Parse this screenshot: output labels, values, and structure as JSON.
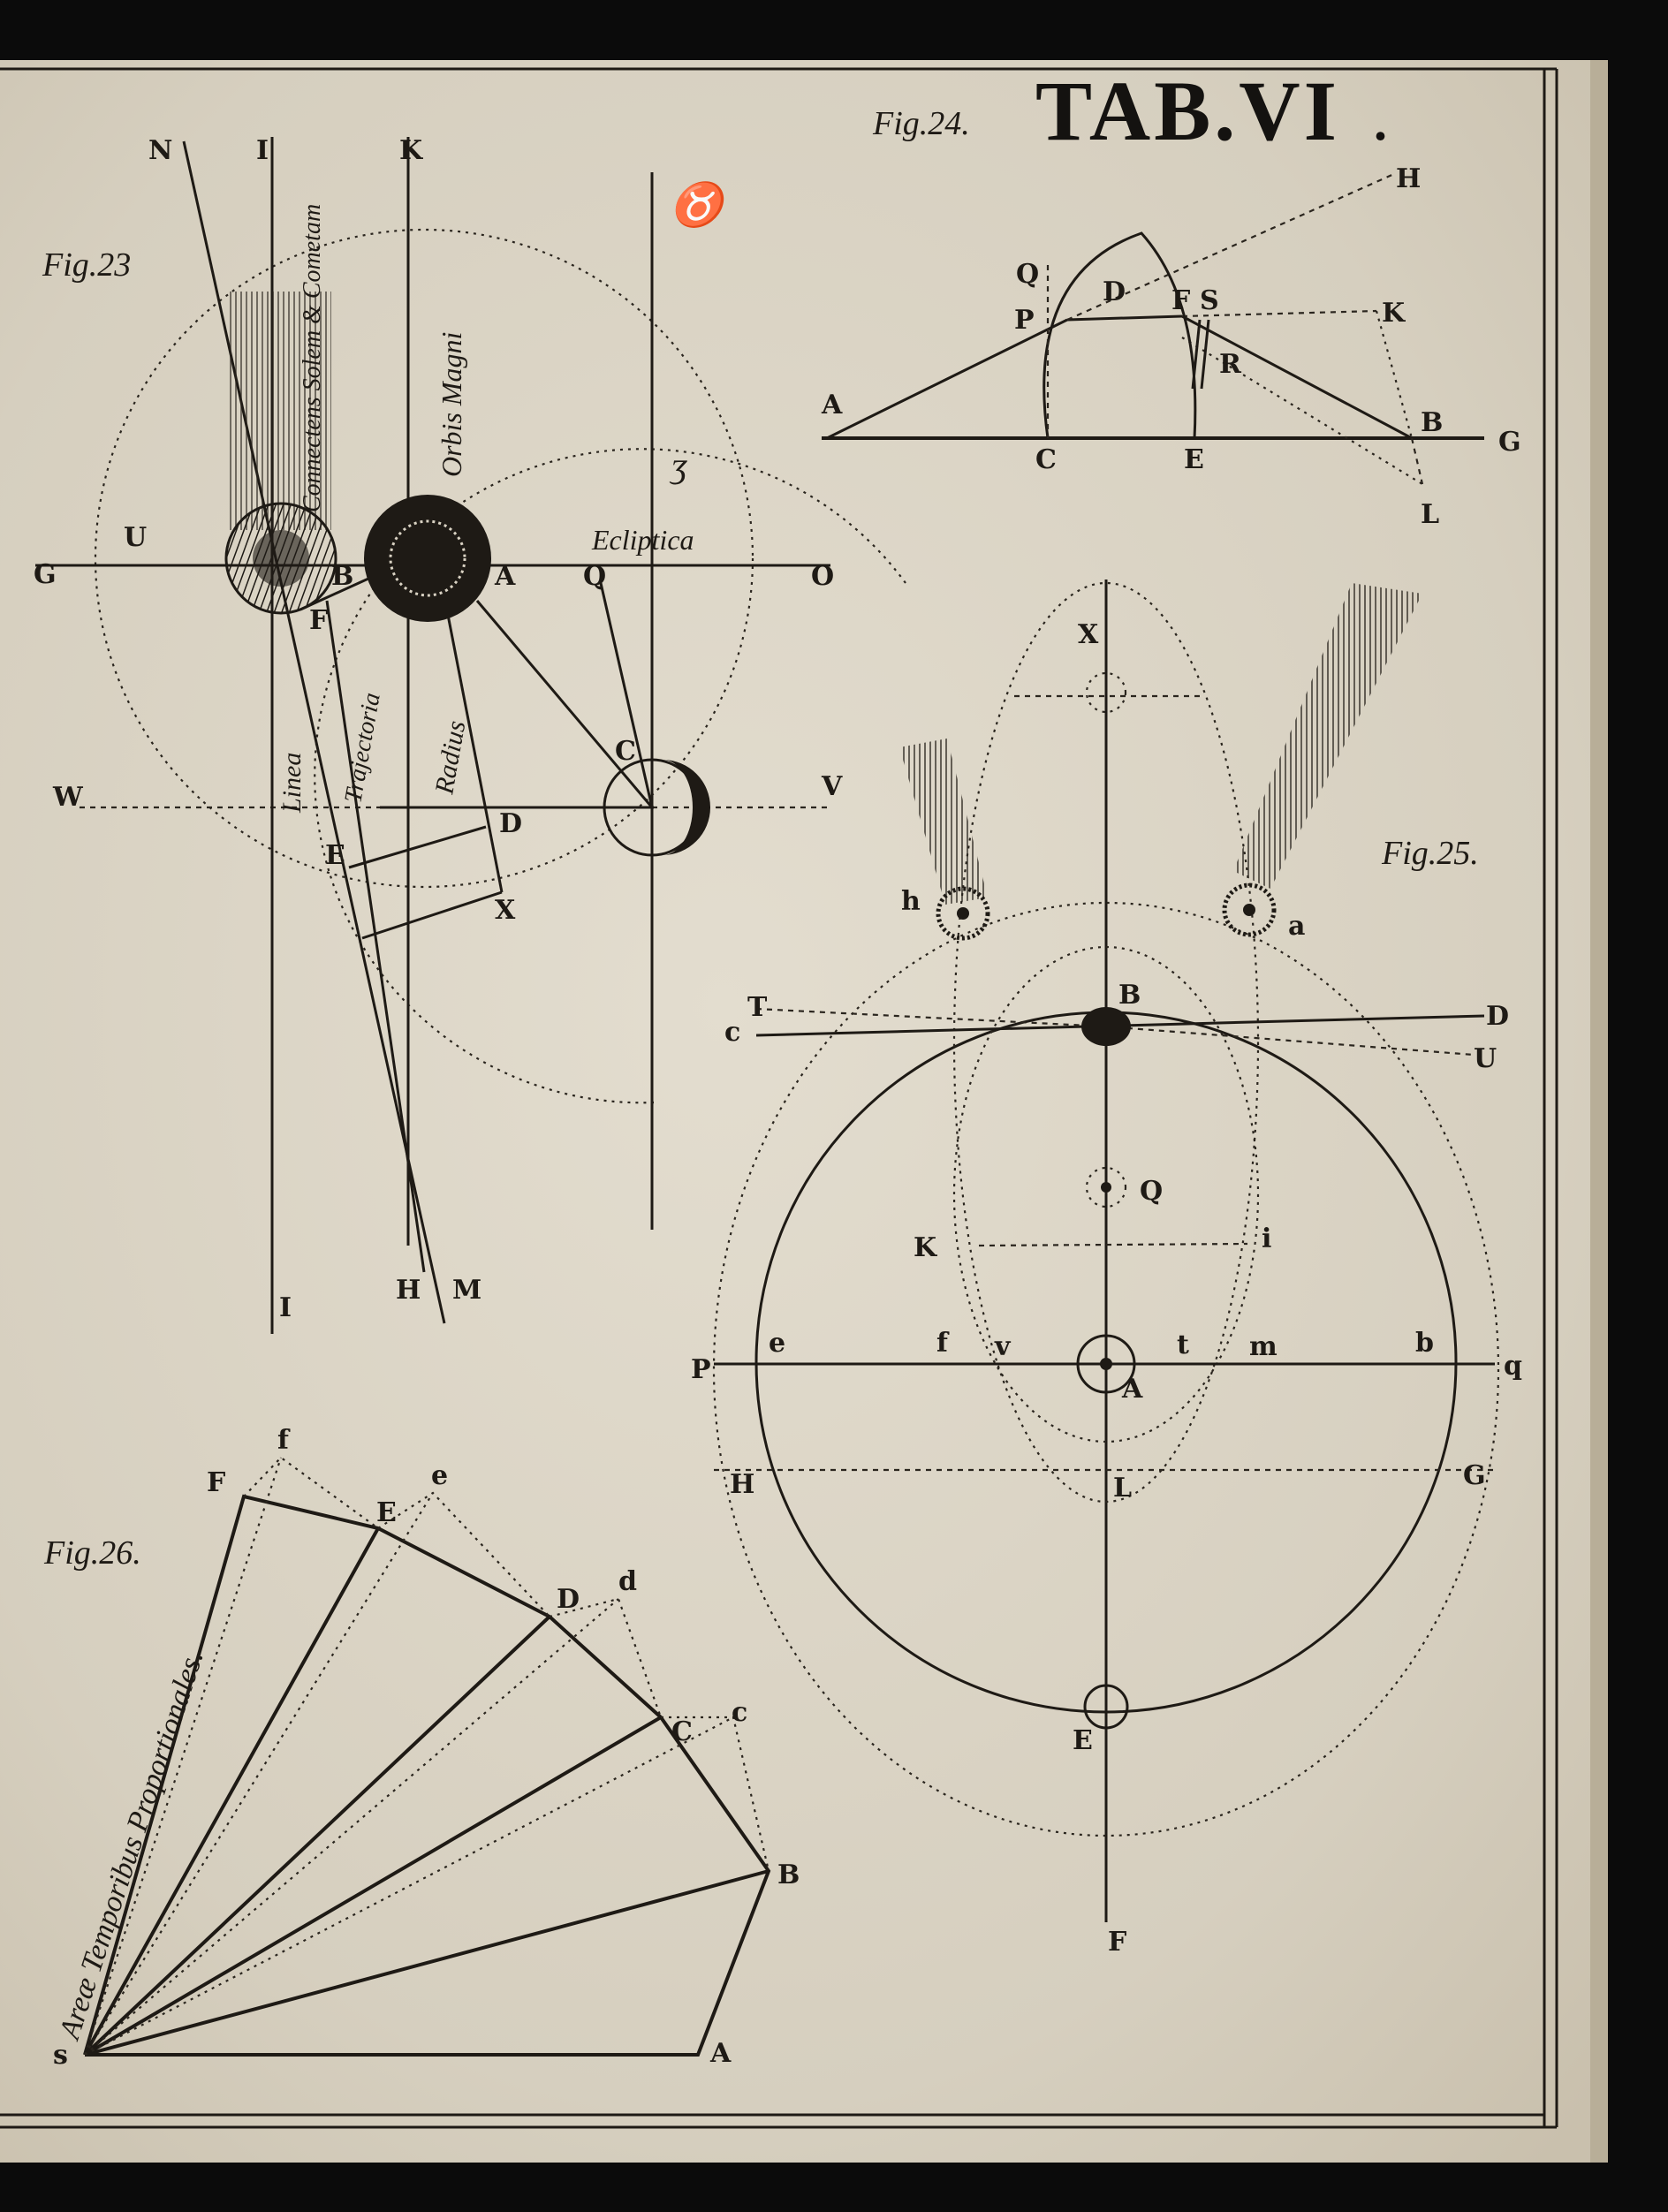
{
  "plate": {
    "title": "TAB.VI",
    "period": "."
  },
  "fig23": {
    "label": "Fig.23",
    "points": {
      "N": "N",
      "I_top": "I",
      "K": "K",
      "U": "U",
      "G": "G",
      "B": "B",
      "A": "A",
      "Q": "Q",
      "O": "O",
      "F": "F",
      "W": "W",
      "V": "V",
      "C": "C",
      "D": "D",
      "E": "E",
      "X": "X",
      "I_bot": "I",
      "H": "H",
      "M": "M"
    },
    "words": {
      "conn": "Connectens Solem & Cometam",
      "orbis": "Orbis Magni",
      "eclipt": "Ecliptica",
      "linea": "Linea",
      "traj": "Trajectoria",
      "radius": "Radius"
    },
    "signs": {
      "taurus": "♉",
      "zeta": "ʒ"
    }
  },
  "fig24": {
    "label": "Fig.24.",
    "points": {
      "H": "H",
      "Q": "Q",
      "D": "D",
      "F": "F",
      "S": "S",
      "K": "K",
      "P": "P",
      "R": "R",
      "A": "A",
      "C": "C",
      "E": "E",
      "B": "B",
      "G": "G",
      "L": "L"
    }
  },
  "fig25": {
    "label": "Fig.25.",
    "points": {
      "X": "X",
      "h": "h",
      "a": "a",
      "B": "B",
      "T": "T",
      "c": "c",
      "D": "D",
      "U": "U",
      "Q": "Q",
      "K": "K",
      "i": "i",
      "P": "P",
      "e": "e",
      "f": "f",
      "v": "v",
      "t": "t",
      "m": "m",
      "b": "b",
      "q": "q",
      "A": "A",
      "H": "H",
      "L": "L",
      "G": "G",
      "E": "E",
      "F": "F"
    }
  },
  "fig26": {
    "label": "Fig.26.",
    "caption": "Areæ Temporibus Proportionales.",
    "points": {
      "f": "f",
      "F": "F",
      "e": "e",
      "E": "E",
      "D": "D",
      "d": "d",
      "C": "C",
      "c": "c",
      "B": "B",
      "A": "A",
      "S": "s"
    }
  }
}
